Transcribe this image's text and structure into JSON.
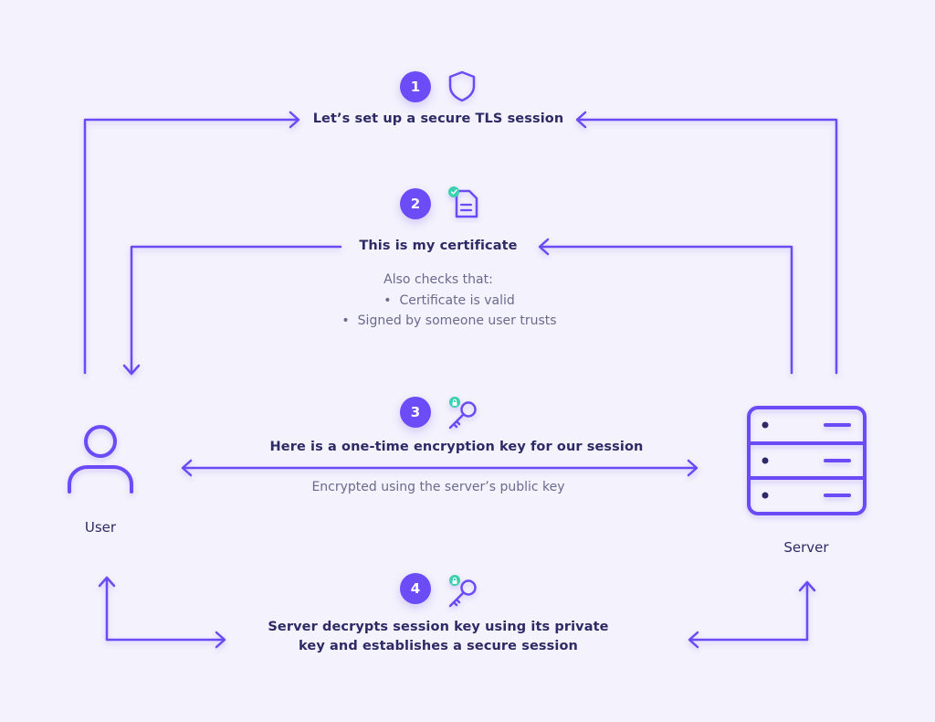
{
  "colors": {
    "accent": "#6b4cf6",
    "icon_green": "#3ad1b0",
    "background": "#f4f2fc"
  },
  "steps": [
    {
      "number": "1",
      "title": "Let’s set up a secure TLS session",
      "icon": "shield-icon"
    },
    {
      "number": "2",
      "title": "This is my certificate",
      "icon": "certificate-icon",
      "subtitle": "Also checks that:",
      "checks": [
        "Certificate is valid",
        "Signed by someone user trusts"
      ]
    },
    {
      "number": "3",
      "title": "Here is a one-time encryption key for our session",
      "icon": "key-icon",
      "subtitle": "Encrypted using the server’s public key"
    },
    {
      "number": "4",
      "title_line1": "Server decrypts session key using its private",
      "title_line2": "key and establishes a secure session",
      "icon": "key-icon"
    }
  ],
  "actors": {
    "user": "User",
    "server": "Server"
  }
}
